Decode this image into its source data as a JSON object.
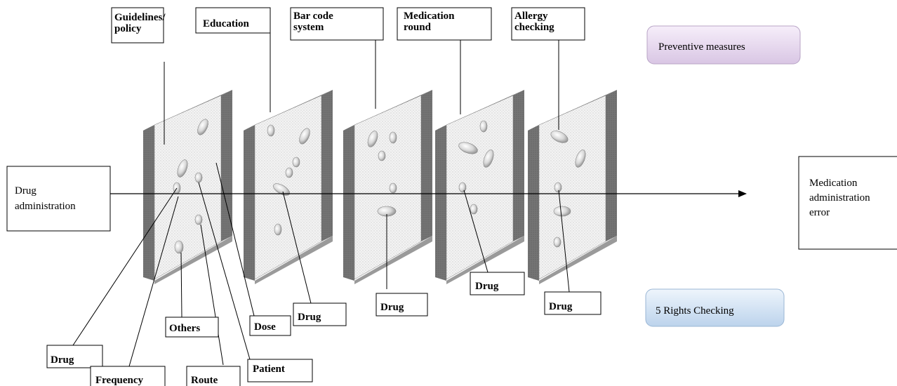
{
  "top_labels": {
    "guidelines": [
      "Guidelines/",
      "policy"
    ],
    "education": [
      "Education"
    ],
    "barcode": [
      "Bar code",
      "system"
    ],
    "medication_round": [
      "Medication",
      "round"
    ],
    "allergy": [
      "Allergy",
      "checking"
    ]
  },
  "input": [
    "Drug",
    "administration"
  ],
  "output": [
    "Medication",
    "administration",
    "error"
  ],
  "legend": {
    "preventive": "Preventive measures",
    "rights": "5 Rights Checking"
  },
  "bottom_labels": {
    "drug_far_left": "Drug",
    "frequency": "Frequency",
    "others": "Others",
    "route": "Route",
    "dose": "Dose",
    "patient": "Patient",
    "drug_slice2": "Drug",
    "drug_slice3": "Drug",
    "drug_slice4": "Drug",
    "drug_slice5": "Drug"
  },
  "colors": {
    "preventive_fill": "#e6d8ee",
    "rights_fill": "#cfe0f2",
    "slice_side": "#707070",
    "slice_face": "#f2f2f2"
  }
}
